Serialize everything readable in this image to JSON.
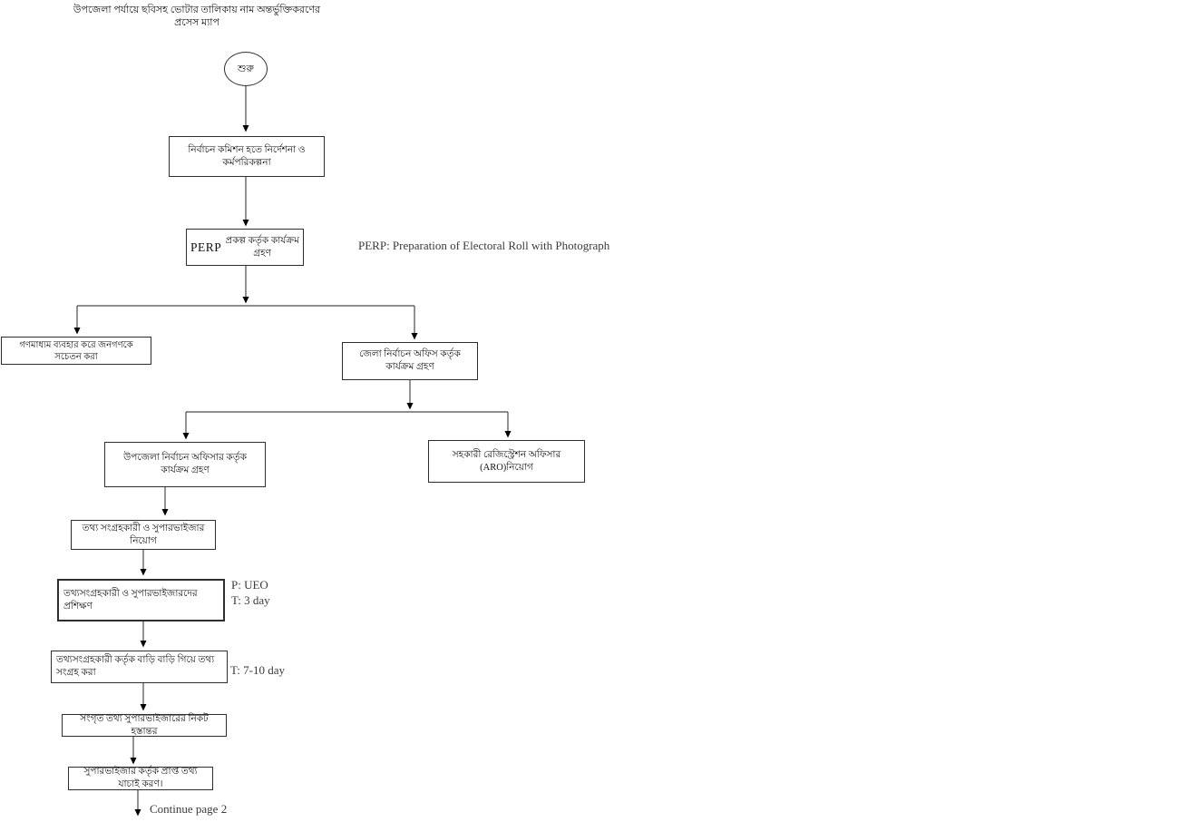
{
  "title": "উপজেলা পর্যায়ে ছবিসহ ভোটার তালিকায় নাম অন্তর্ভুক্তিকরণের প্রসেস ম্যাপ",
  "nodes": {
    "start": "শুরু",
    "ec_directives": "নির্বাচন কমিশন হতে নির্দেশনা ও কর্মপরিকল্পনা",
    "perp_prefix": "PERP",
    "perp_suffix": "প্রকল্প কর্তৃক কার্যক্রম গ্রহণ",
    "media_awareness": "গণমাধ্যম ব্যবহার করে জনগণকে সচেতন করা",
    "district_office": "জেলা নির্বাচন অফিস কর্তৃক কার্যক্রম গ্রহণ",
    "upazila_officer": "উপজেলা নির্বাচন অফিসার কর্তৃক কার্যক্রম গ্রহণ",
    "aro_appointment": "সহকারী রেজিস্ট্রেশন অফিসার (ARO)নিয়োগ",
    "recruit_collectors": "তথ্য সংগ্রহকারী ও সুপারভাইজার নিয়োগ",
    "training": "তথ্যসংগ্রহকারী ও সুপারভাইজারদের প্রশিক্ষণ",
    "door_to_door_collection": "তথ্যসংগ্রহকারী কর্তৃক বাড়ি বাড়ি গিয়ে তথ্য সংগ্রহ করা",
    "handover_supervisor": "সংগৃত তথ্য সুপারভাইজারের নিকট হস্তান্তর",
    "verification": "সুপারভাইজার কর্তৃক প্রাপ্ত তথ্য যাচাই করণ।"
  },
  "annotations": {
    "perp_definition": "PERP: Preparation of Electoral Roll with Photograph",
    "training_person": "P: UEO",
    "training_time": "T: 3 day",
    "collection_time": "T: 7-10 day",
    "continue_page": "Continue page 2"
  },
  "colors": {
    "background": "#ffffff",
    "line": "#4a4a4a",
    "border": "#2e2e2e",
    "text": "#111111",
    "annotation_text": "#3a3a3a"
  }
}
